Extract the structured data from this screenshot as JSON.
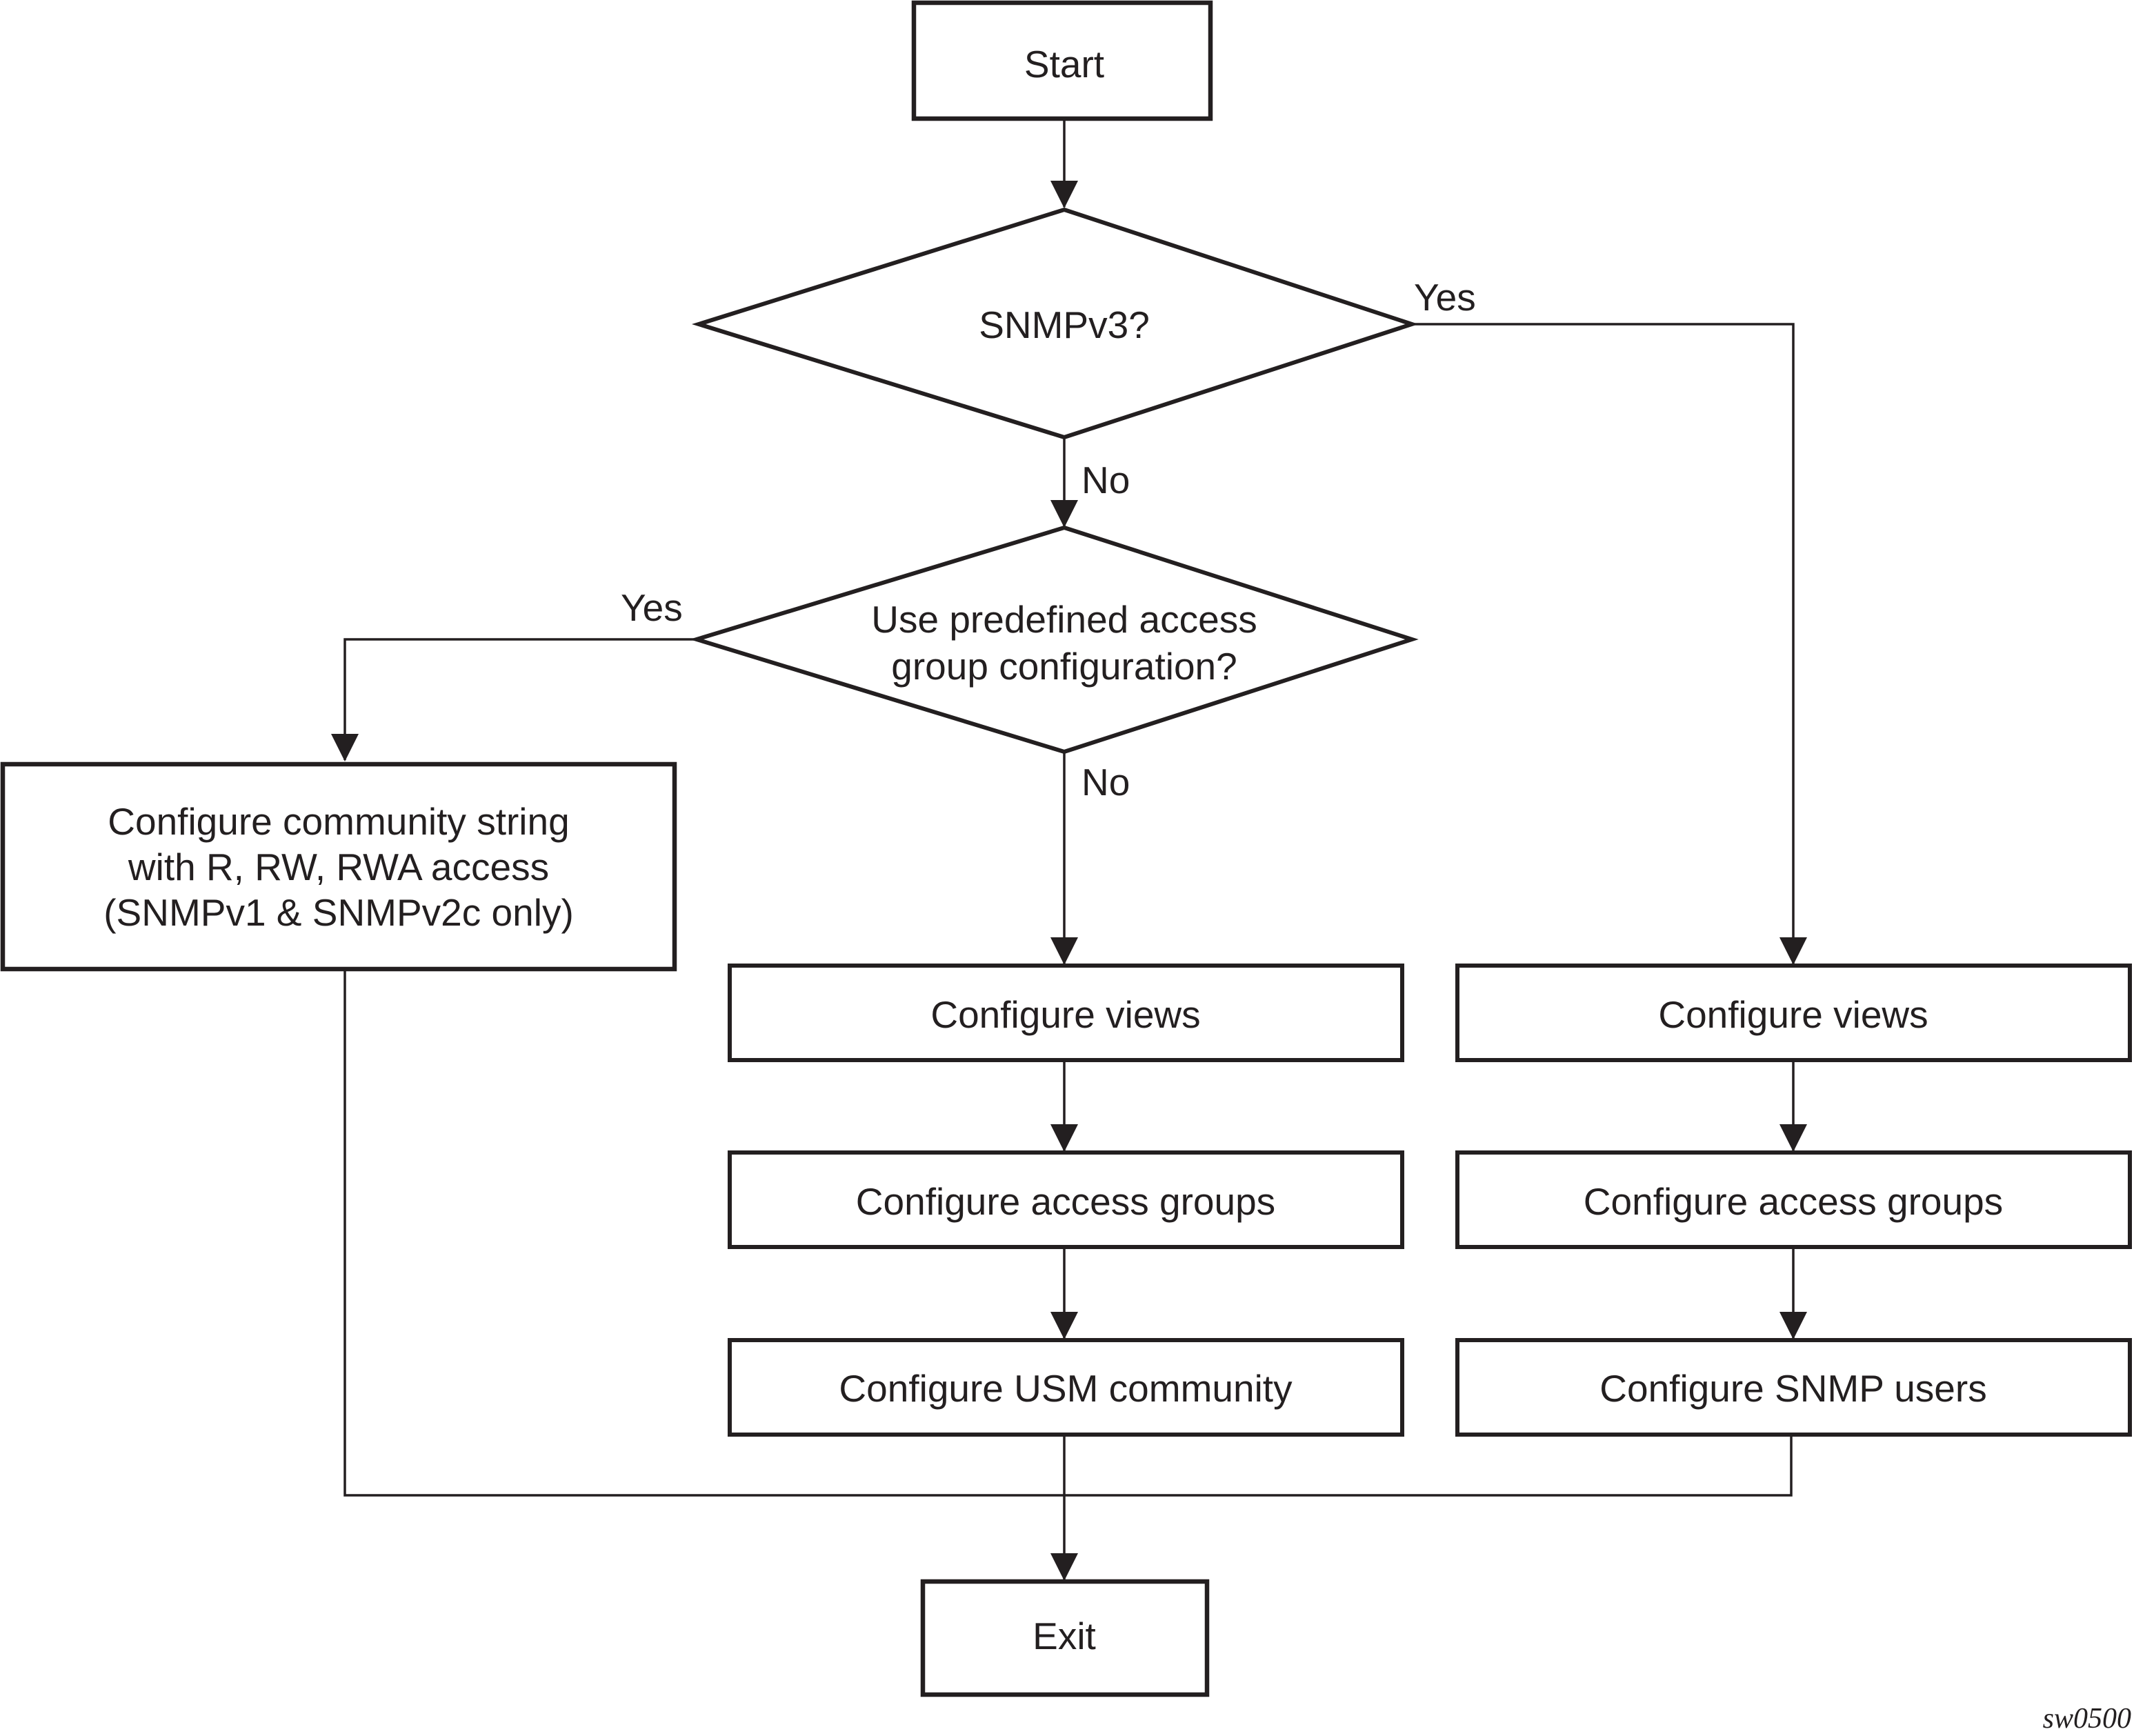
{
  "diagram": {
    "nodes": {
      "start": "Start",
      "snmpv3_decision": "SNMPv3?",
      "predefined_decision_line1": "Use predefined access",
      "predefined_decision_line2": "group configuration?",
      "community_line1": "Configure community string",
      "community_line2": "with R, RW, RWA access",
      "community_line3": "(SNMPv1 & SNMPv2c only)",
      "mid_views": "Configure views",
      "mid_access_groups": "Configure access groups",
      "mid_usm_community": "Configure USM community",
      "right_views": "Configure views",
      "right_access_groups": "Configure access groups",
      "right_snmp_users": "Configure SNMP users",
      "exit": "Exit"
    },
    "edge_labels": {
      "snmpv3_yes": "Yes",
      "snmpv3_no": "No",
      "predefined_yes": "Yes",
      "predefined_no": "No"
    },
    "figure_id": "sw0500"
  }
}
